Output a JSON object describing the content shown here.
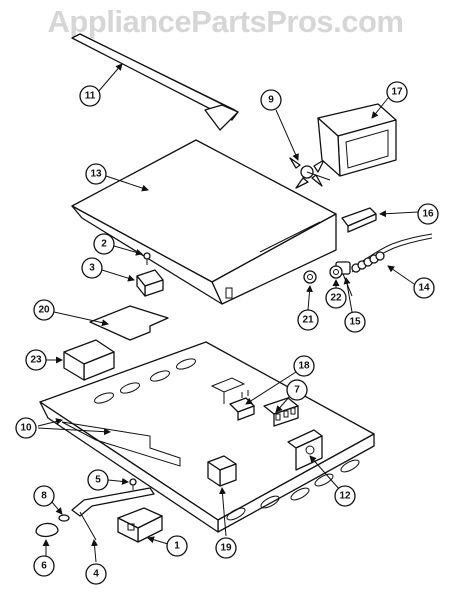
{
  "watermark": "AppliancePartsPros.com",
  "callouts": [
    "11",
    "9",
    "17",
    "13",
    "16",
    "2",
    "3",
    "14",
    "22",
    "15",
    "21",
    "20",
    "23",
    "18",
    "7",
    "10",
    "12",
    "5",
    "8",
    "19",
    "1",
    "6",
    "4"
  ]
}
